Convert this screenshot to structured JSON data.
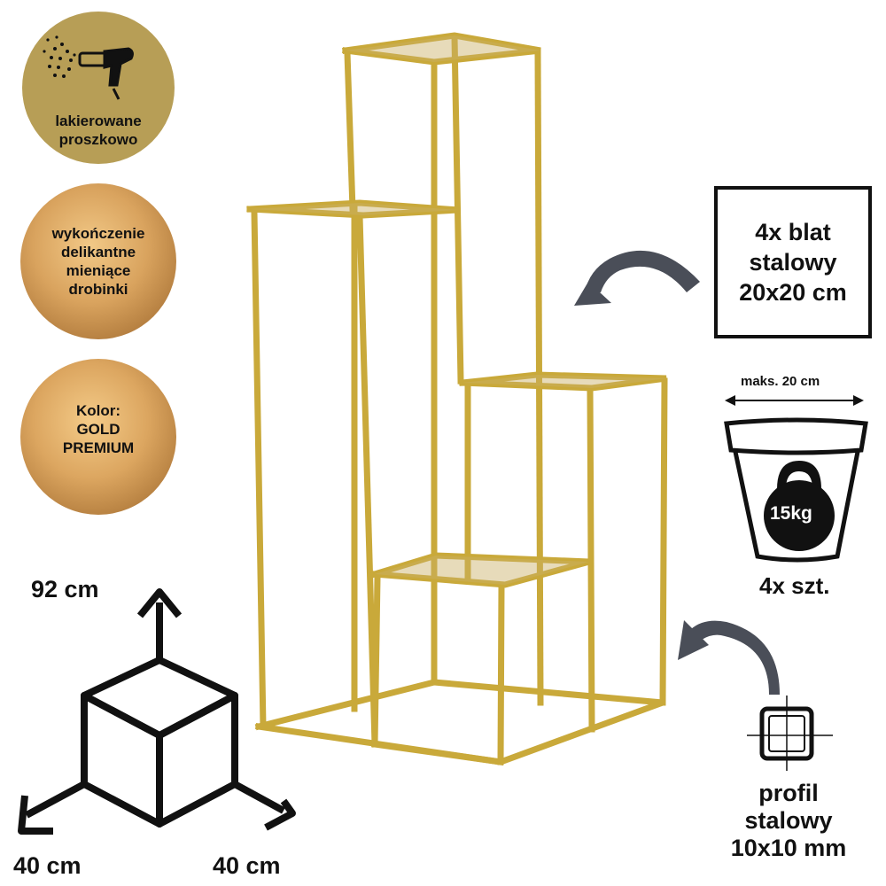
{
  "badges": {
    "powder": {
      "line1": "lakierowane",
      "line2": "proszkowo",
      "icon": "spray-gun-icon"
    },
    "finish": {
      "line1": "wykończenie",
      "line2": "delikantne",
      "line3": "mieniące",
      "line4": "drobinki"
    },
    "color": {
      "line1": "Kolor:",
      "line2": "GOLD",
      "line3": "PREMIUM"
    }
  },
  "tops": {
    "line1": "4x blat",
    "line2": "stalowy",
    "line3": "20x20 cm"
  },
  "pot": {
    "max": "maks. 20 cm",
    "weight": "15kg",
    "count": "4x szt."
  },
  "profile": {
    "line1": "profil",
    "line2": "stalowy",
    "line3": "10x10 mm"
  },
  "dimensions": {
    "height": "92 cm",
    "width": "40 cm",
    "depth": "40 cm"
  },
  "colors": {
    "gold": "#c9a93a",
    "arrow": "#4a4e58",
    "badge_olive": "#b79e56"
  }
}
